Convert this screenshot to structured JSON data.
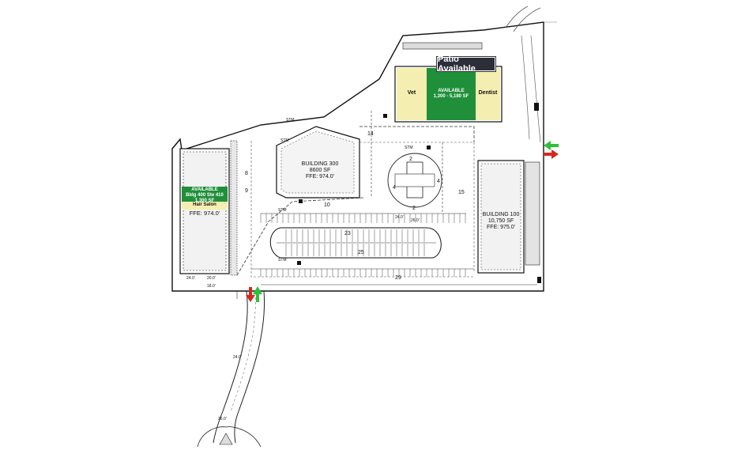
{
  "patio_badge": "Patio Available",
  "buildings": {
    "b400": {
      "available_title": "AVAILABLE",
      "available_detail": "Bldg 400 Ste 410",
      "available_sf": "1,300 SF",
      "tenant": "Hair Salon",
      "ffe": "FFE: 974.0'"
    },
    "b300": {
      "name": "BUILDING 300",
      "sf": "8600 SF",
      "ffe": "FFE: 974.0'"
    },
    "b100": {
      "name": "BUILDING 100",
      "sf": "10,750 SF",
      "ffe": "FFE: 975.0'"
    },
    "b200": {
      "left_tenant": "Vet",
      "available_title": "AVAILABLE",
      "available_sf": "1,300 - 5,180 SF",
      "right_tenant": "Dentist"
    }
  },
  "parking_counts": [
    "14",
    "10",
    "4",
    "4",
    "2",
    "2",
    "15",
    "23",
    "25",
    "29",
    "8",
    "9"
  ],
  "road_labels": [
    "STM",
    "STM",
    "STM",
    "STM",
    "STM"
  ],
  "dimensions": [
    "24.0'",
    "26.0'",
    "24.0'",
    "20.0'",
    "18.0'",
    "24.0'",
    "26.0'"
  ],
  "colors": {
    "available_green": "#1f8f3a",
    "tenant_yellow": "#f4efb0",
    "badge_dark": "#2c2f3a",
    "arrow_green": "#2fbf3a",
    "arrow_red": "#d8261c",
    "line": "#111111"
  },
  "icons": [
    "entry-arrow-icon",
    "exit-arrow-icon"
  ]
}
